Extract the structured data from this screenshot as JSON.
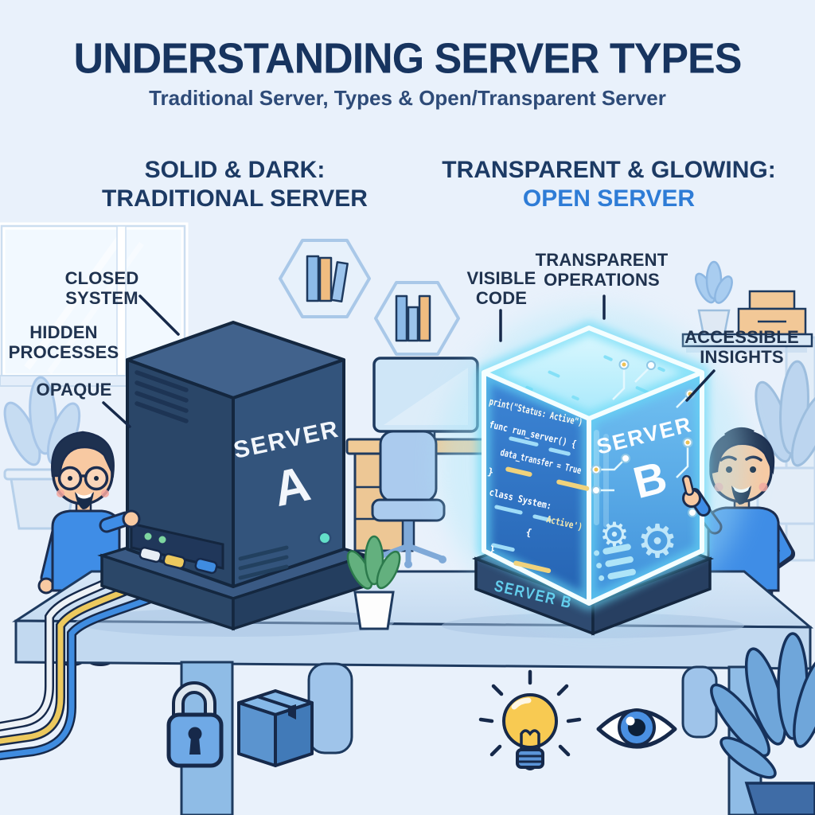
{
  "header": {
    "title": "UNDERSTANDING SERVER TYPES",
    "subtitle": "Traditional Server, Types & Open/Transparent Server"
  },
  "left": {
    "heading1": "SOLID & DARK:",
    "heading2": "TRADITIONAL SERVER",
    "callouts": {
      "closed_system": "CLOSED\nSYSTEM",
      "hidden_processes": "HIDDEN\nPROCESSES",
      "opaque": "OPAQUE"
    },
    "server_label1": "SERVER",
    "server_label2": "A"
  },
  "right": {
    "heading1": "TRANSPARENT & GLOWING:",
    "heading2": "OPEN SERVER",
    "callouts": {
      "visible_code": "VISIBLE\nCODE",
      "transparent_operations": "TRANSPARENT\nOPERATIONS",
      "accessible_insights": "ACCESSIBLE\nINSIGHTS"
    },
    "server_label1": "SERVER",
    "server_label2": "B",
    "base_label": "SERVER B",
    "code": [
      "print(\"Status: Active\")",
      "func run_server() {",
      "data_transfer = True",
      "}",
      "class System:",
      "Active')",
      "{",
      "}"
    ]
  },
  "glyphs": {
    "gear": "⚙"
  },
  "icons": {
    "bottom_left": [
      "lock-icon",
      "package-icon"
    ],
    "bottom_right": [
      "lightbulb-icon",
      "eye-icon"
    ]
  },
  "colors": {
    "background": "#e9f1fb",
    "title_navy": "#17345f",
    "accent_blue": "#2e7cd6",
    "server_a_body": "#33547c",
    "server_b_glow": "#7fe0f8",
    "table_blue": "#cfe2f5",
    "cable_yellow": "#ecc95e",
    "cable_blue": "#3f8ce0"
  }
}
